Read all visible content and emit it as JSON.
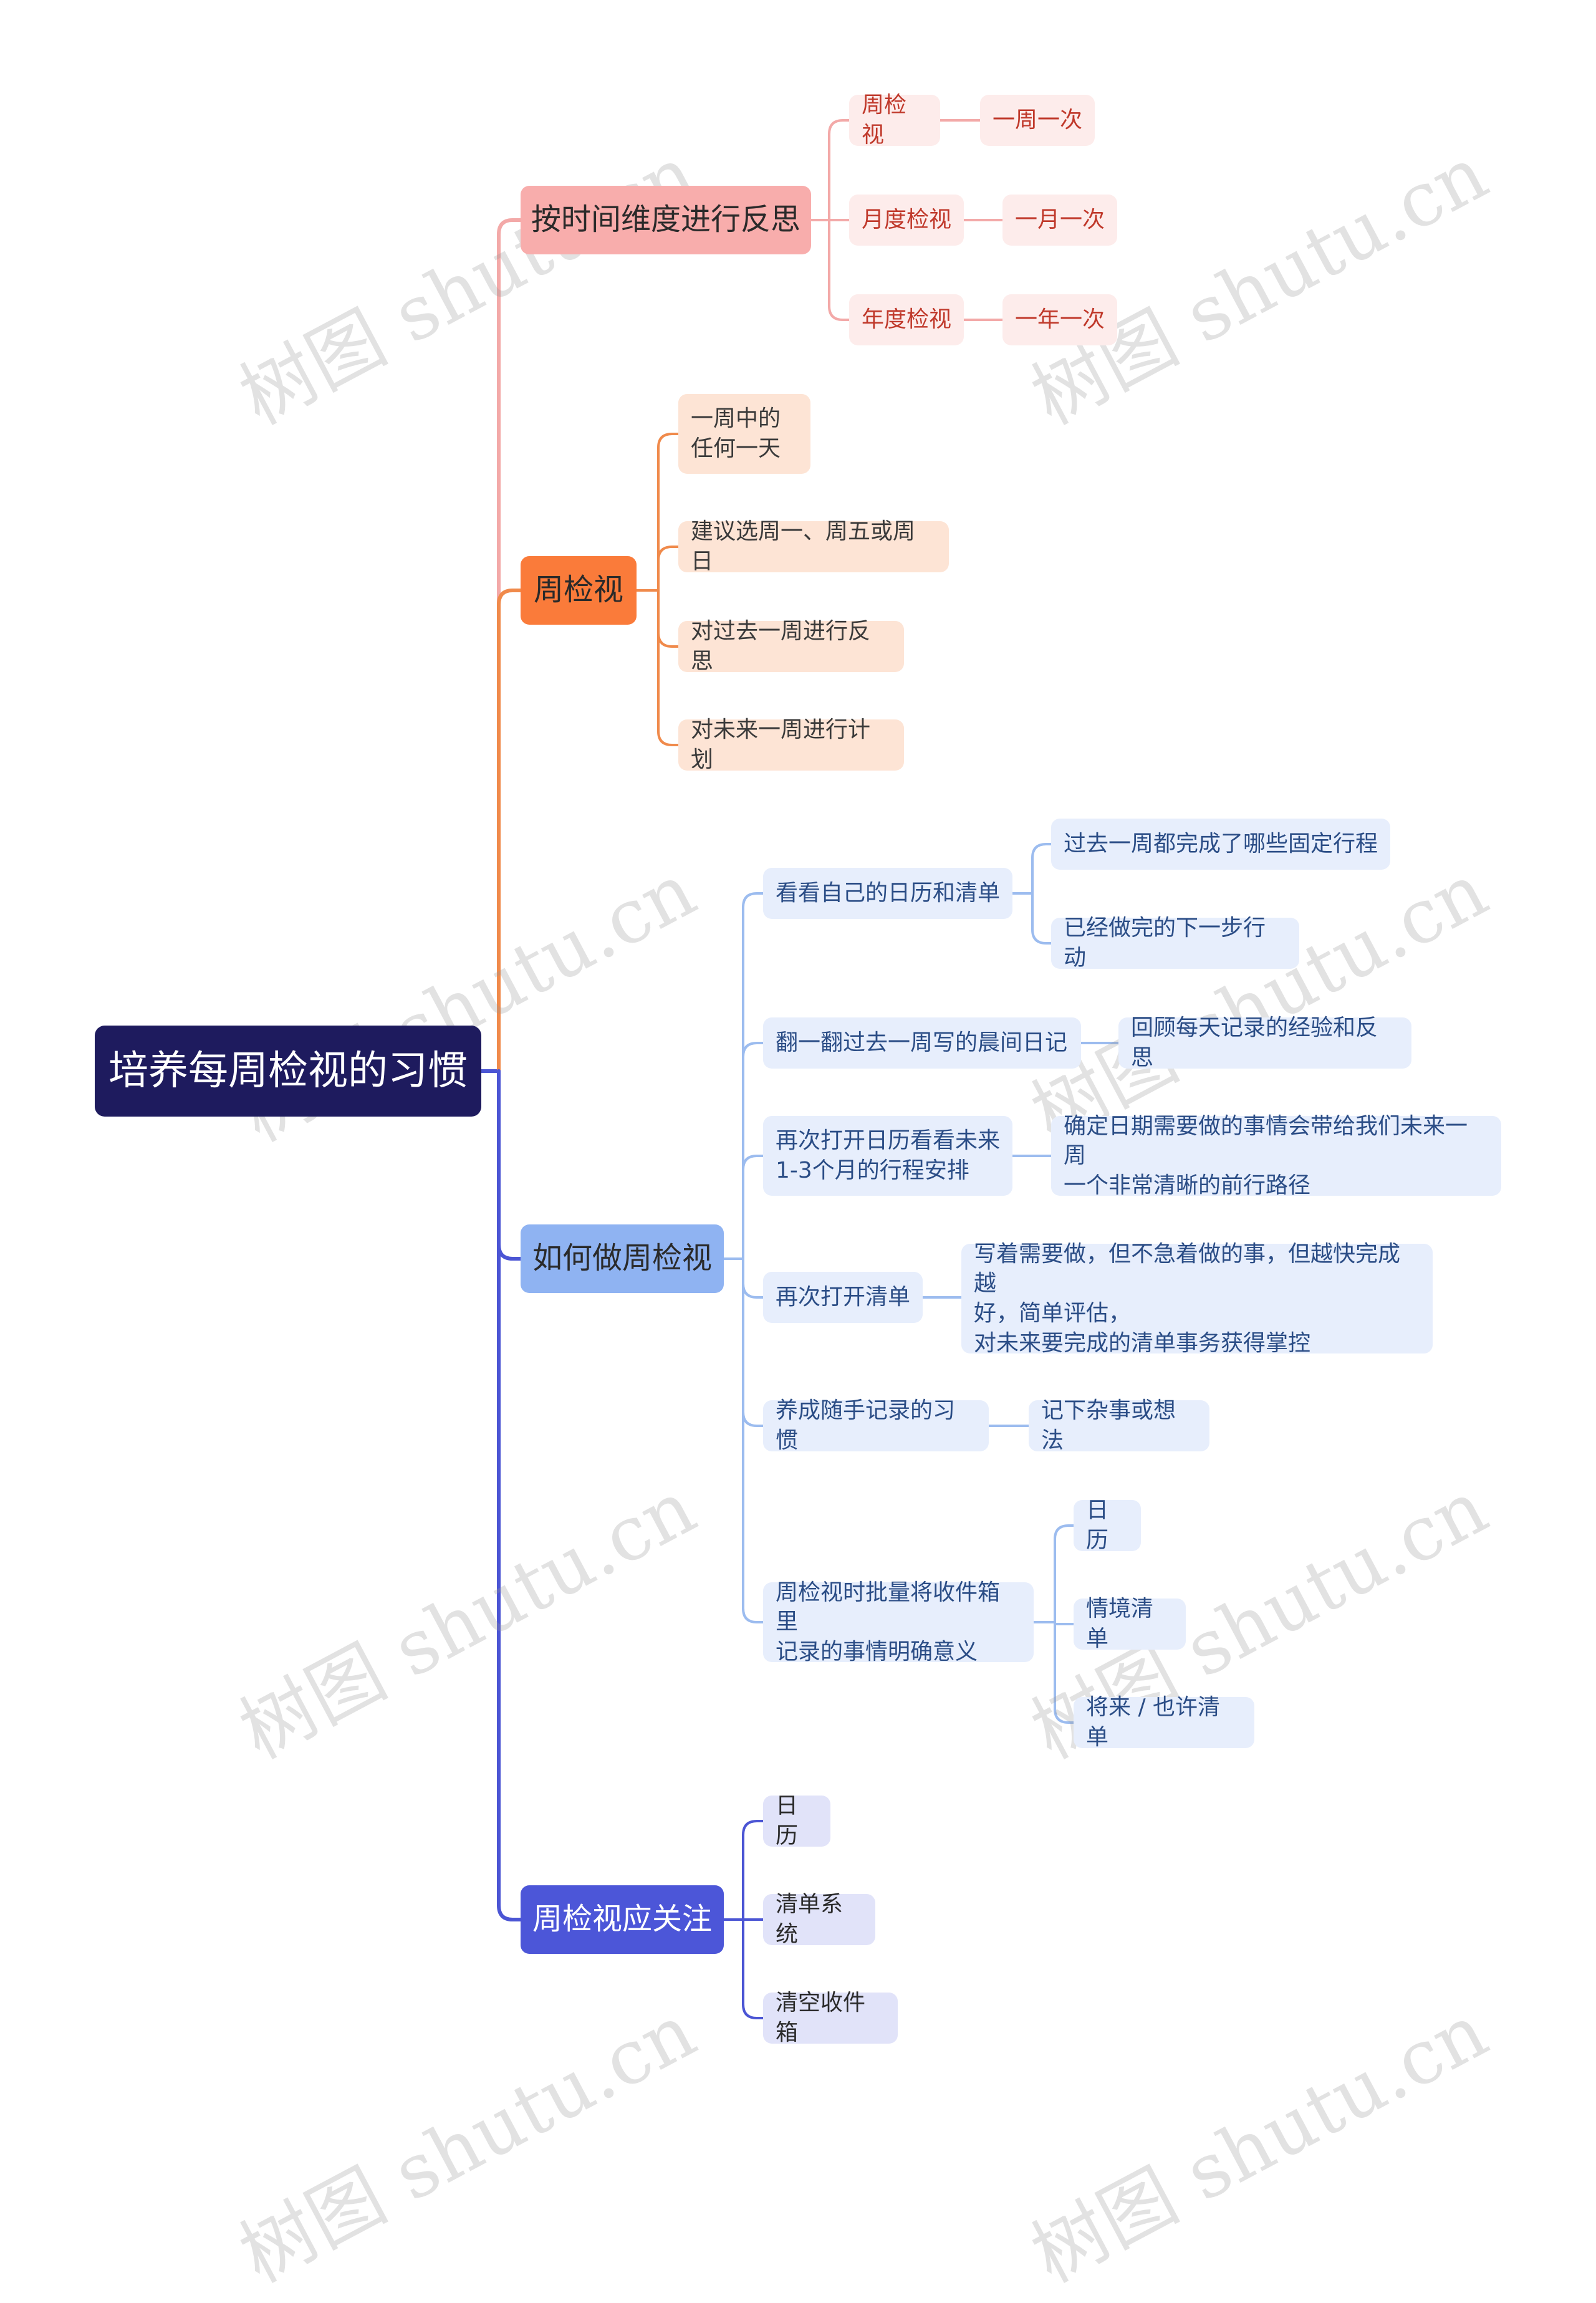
{
  "mindmap": {
    "root": "培养每周检视的习惯",
    "branches": [
      {
        "label": "按时间维度进行反思",
        "color": "#f8adac",
        "children": [
          {
            "label": "周检视",
            "children": [
              {
                "label": "一周一次"
              }
            ]
          },
          {
            "label": "月度检视",
            "children": [
              {
                "label": "一月一次"
              }
            ]
          },
          {
            "label": "年度检视",
            "children": [
              {
                "label": "一年一次"
              }
            ]
          }
        ]
      },
      {
        "label": "周检视",
        "color": "#fa7b3a",
        "children": [
          {
            "label": "一周中的\n任何一天"
          },
          {
            "label": "建议选周一、周五或周日"
          },
          {
            "label": "对过去一周进行反思"
          },
          {
            "label": "对未来一周进行计划"
          }
        ]
      },
      {
        "label": "如何做周检视",
        "color": "#8fb3f2",
        "children": [
          {
            "label": "看看自己的日历和清单",
            "children": [
              {
                "label": "过去一周都完成了哪些固定行程"
              },
              {
                "label": "已经做完的下一步行动"
              }
            ]
          },
          {
            "label": "翻一翻过去一周写的晨间日记",
            "children": [
              {
                "label": "回顾每天记录的经验和反思"
              }
            ]
          },
          {
            "label": "再次打开日历看看未来\n1-3个月的行程安排",
            "children": [
              {
                "label": "确定日期需要做的事情会带给我们未来一周\n一个非常清晰的前行路径"
              }
            ]
          },
          {
            "label": "再次打开清单",
            "children": [
              {
                "label": "写着需要做，但不急着做的事，但越快完成越\n好，简单评估，\n对未来要完成的清单事务获得掌控"
              }
            ]
          },
          {
            "label": "养成随手记录的习惯",
            "children": [
              {
                "label": "记下杂事或想法"
              }
            ]
          },
          {
            "label": "周检视时批量将收件箱里\n记录的事情明确意义",
            "children": [
              {
                "label": "日历"
              },
              {
                "label": "情境清单"
              },
              {
                "label": "将来 / 也许清单"
              }
            ]
          }
        ]
      },
      {
        "label": "周检视应关注",
        "color": "#4c56d8",
        "children": [
          {
            "label": "日历"
          },
          {
            "label": "清单系统"
          },
          {
            "label": "清空收件箱"
          }
        ]
      }
    ]
  },
  "watermark": "树图 shutu.cn",
  "link_colors": [
    "#f3a9a8",
    "#f08a4b",
    "#9cbcef",
    "#4b55d4"
  ]
}
